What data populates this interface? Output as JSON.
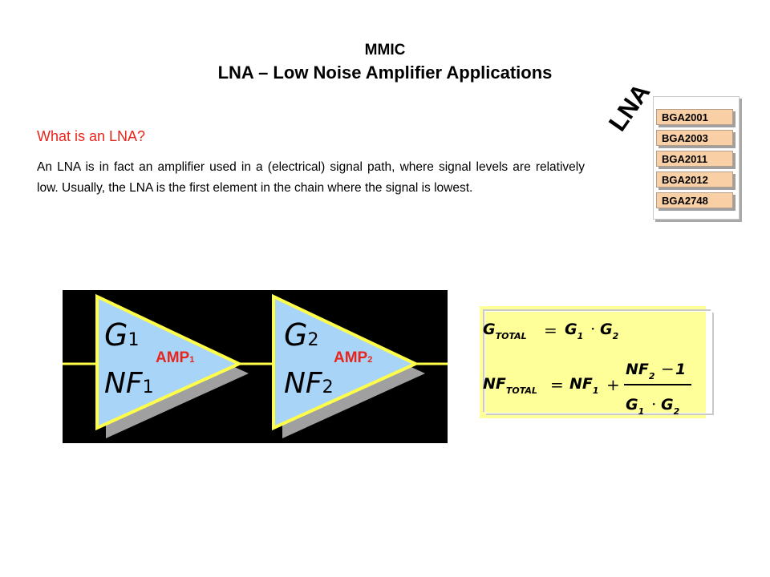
{
  "header": {
    "title_line1": "MMIC",
    "title_line2": "LNA – Low Noise Amplifier Applications"
  },
  "intro": {
    "question": "What is an LNA?",
    "paragraph": "An LNA is in fact an amplifier used in a (electrical) signal path, where signal levels are relatively low. Usually, the LNA is the first element in the chain where the signal is lowest."
  },
  "product_stack": {
    "label": "LNA",
    "chips": [
      "BGA2001",
      "BGA2003",
      "BGA2011",
      "BGA2012",
      "BGA2748"
    ]
  },
  "amp_diagram": {
    "amp1": {
      "gain": "G",
      "gain_sub": "1",
      "nf": "NF",
      "nf_sub": "1",
      "tag": "AMP",
      "tag_sub": "1"
    },
    "amp2": {
      "gain": "G",
      "gain_sub": "2",
      "nf": "NF",
      "nf_sub": "2",
      "tag": "AMP",
      "tag_sub": "2"
    },
    "colors": {
      "triangle": "#a8d4f8",
      "border": "#ffff4a",
      "background": "#000000",
      "shadow": "#a0a0a0"
    }
  },
  "formula": {
    "g_total_lhs": "G",
    "g_total_lhs_sub": "TOTAL",
    "eq": "=",
    "g1": "G",
    "g1_sub": "1",
    "dot": "·",
    "g2": "G",
    "g2_sub": "2",
    "nf_total_lhs": "NF",
    "nf_total_lhs_sub": "TOTAL",
    "nf1": "NF",
    "nf1_sub": "1",
    "plus": "+",
    "num_nf": "NF",
    "num_nf_sub": "2",
    "minus": "−",
    "one": "1",
    "den_g1": "G",
    "den_g1_sub": "1",
    "den_g2": "G",
    "den_g2_sub": "2",
    "color_background": "#ffff99"
  }
}
